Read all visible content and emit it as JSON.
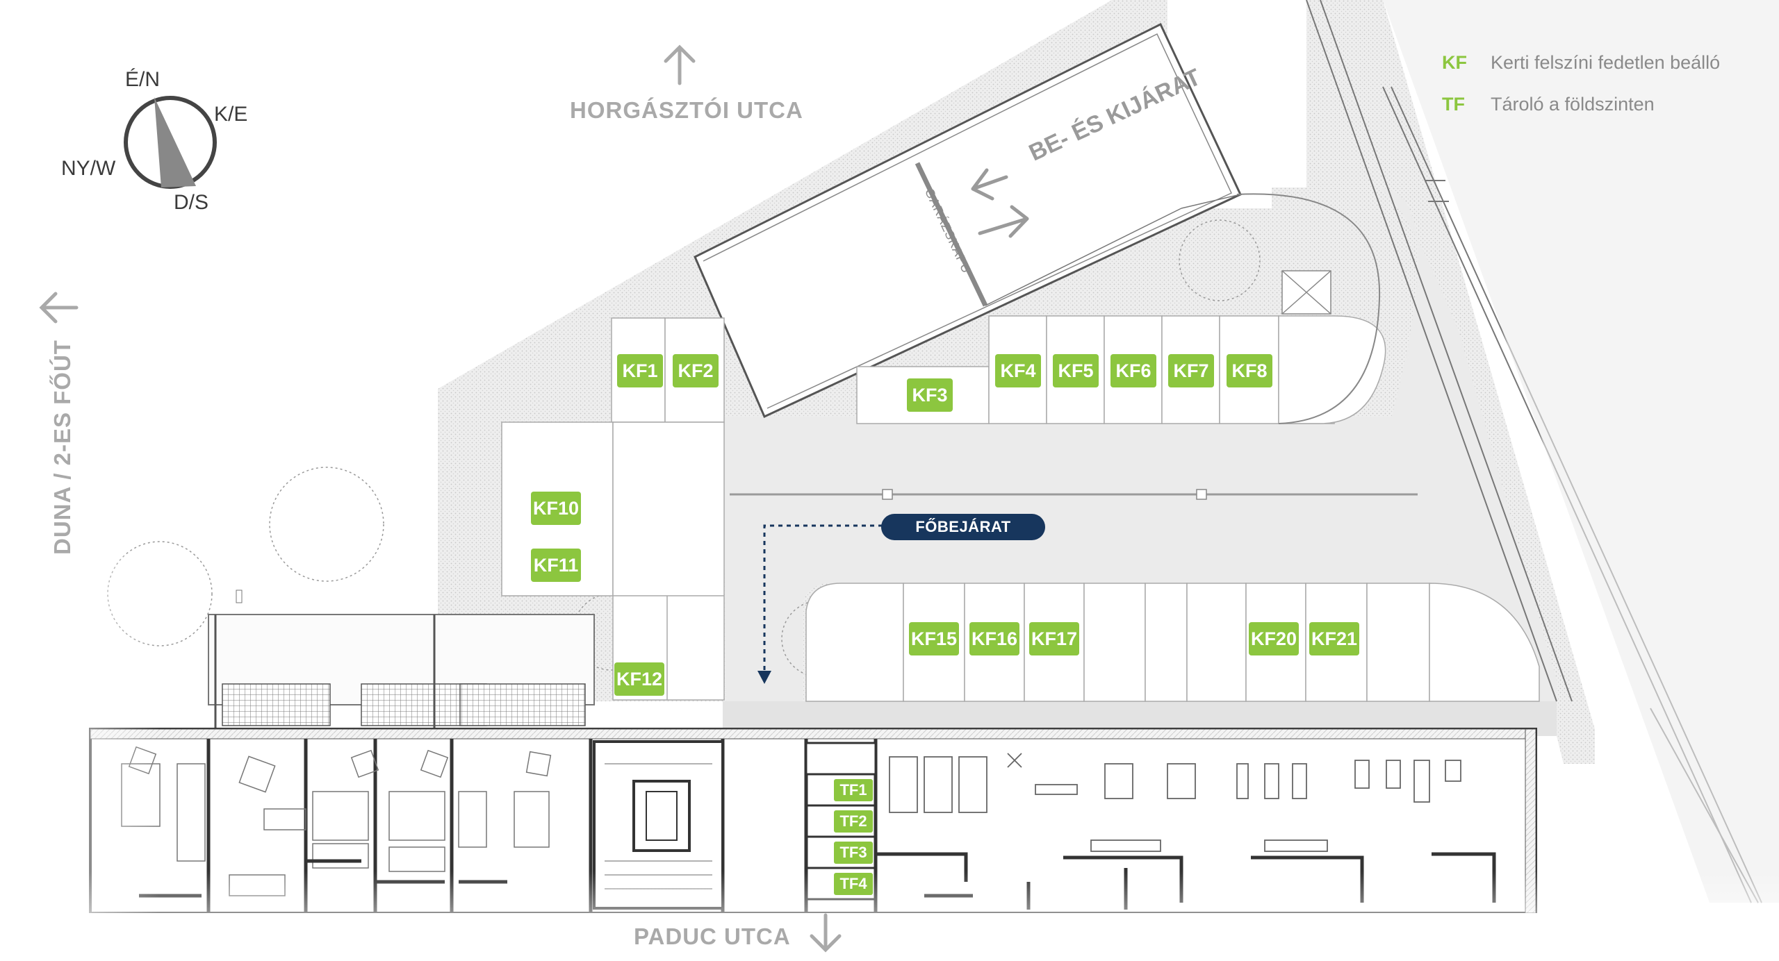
{
  "compass": {
    "north": "É/N",
    "east": "K/E",
    "west": "NY/W",
    "south": "D/S"
  },
  "streets": {
    "top": "HORGÁSZTÓI UTCA",
    "bottom": "PADUC UTCA",
    "left": "DUNA / 2-ES FŐÚT"
  },
  "legend": [
    {
      "code": "KF",
      "text": "Kerti felszíni fedetlen beálló"
    },
    {
      "code": "TF",
      "text": "Tároló a földszinten"
    }
  ],
  "labels": {
    "entrance_exit": "BE- ÉS KIJÁRAT",
    "garage_gate": "GARÁZSKAPU",
    "main_entrance": "FŐBEJÁRAT"
  },
  "parking_spots": [
    "KF1",
    "KF2",
    "KF3",
    "KF4",
    "KF5",
    "KF6",
    "KF7",
    "KF8",
    "KF10",
    "KF11",
    "KF12",
    "KF15",
    "KF16",
    "KF17",
    "KF20",
    "KF21"
  ],
  "storage_units": [
    "TF1",
    "TF2",
    "TF3",
    "TF4"
  ],
  "colors": {
    "accent_green": "#8cc63f",
    "navy": "#17365d",
    "street_gray": "#a9a9a9"
  }
}
